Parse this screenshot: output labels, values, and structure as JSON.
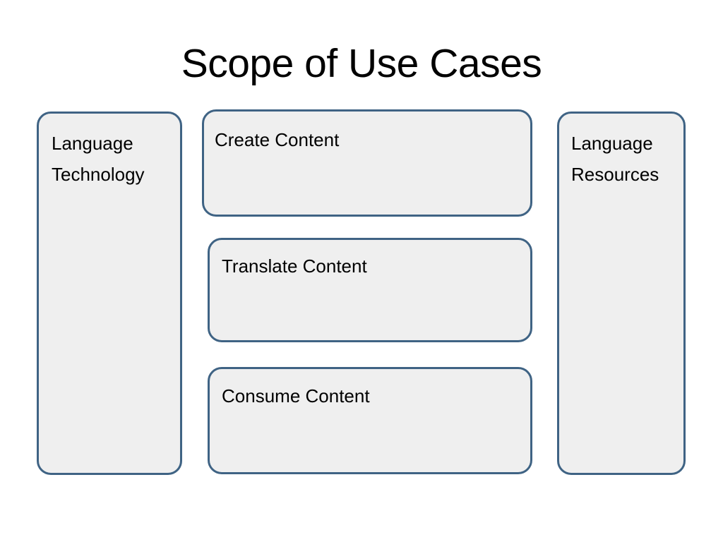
{
  "slide": {
    "title": "Scope of Use Cases",
    "background_color": "#FFFFFF",
    "shape_fill_color": "#EFEFEF",
    "shape_border_color": "#3F6384",
    "text_color": "#000000"
  },
  "shapes": {
    "left": {
      "label": "Language\nTechnology"
    },
    "right": {
      "label": "Language\nResources"
    },
    "middle": [
      {
        "label": "Create Content"
      },
      {
        "label": "Translate Content"
      },
      {
        "label": "Consume Content"
      }
    ]
  }
}
